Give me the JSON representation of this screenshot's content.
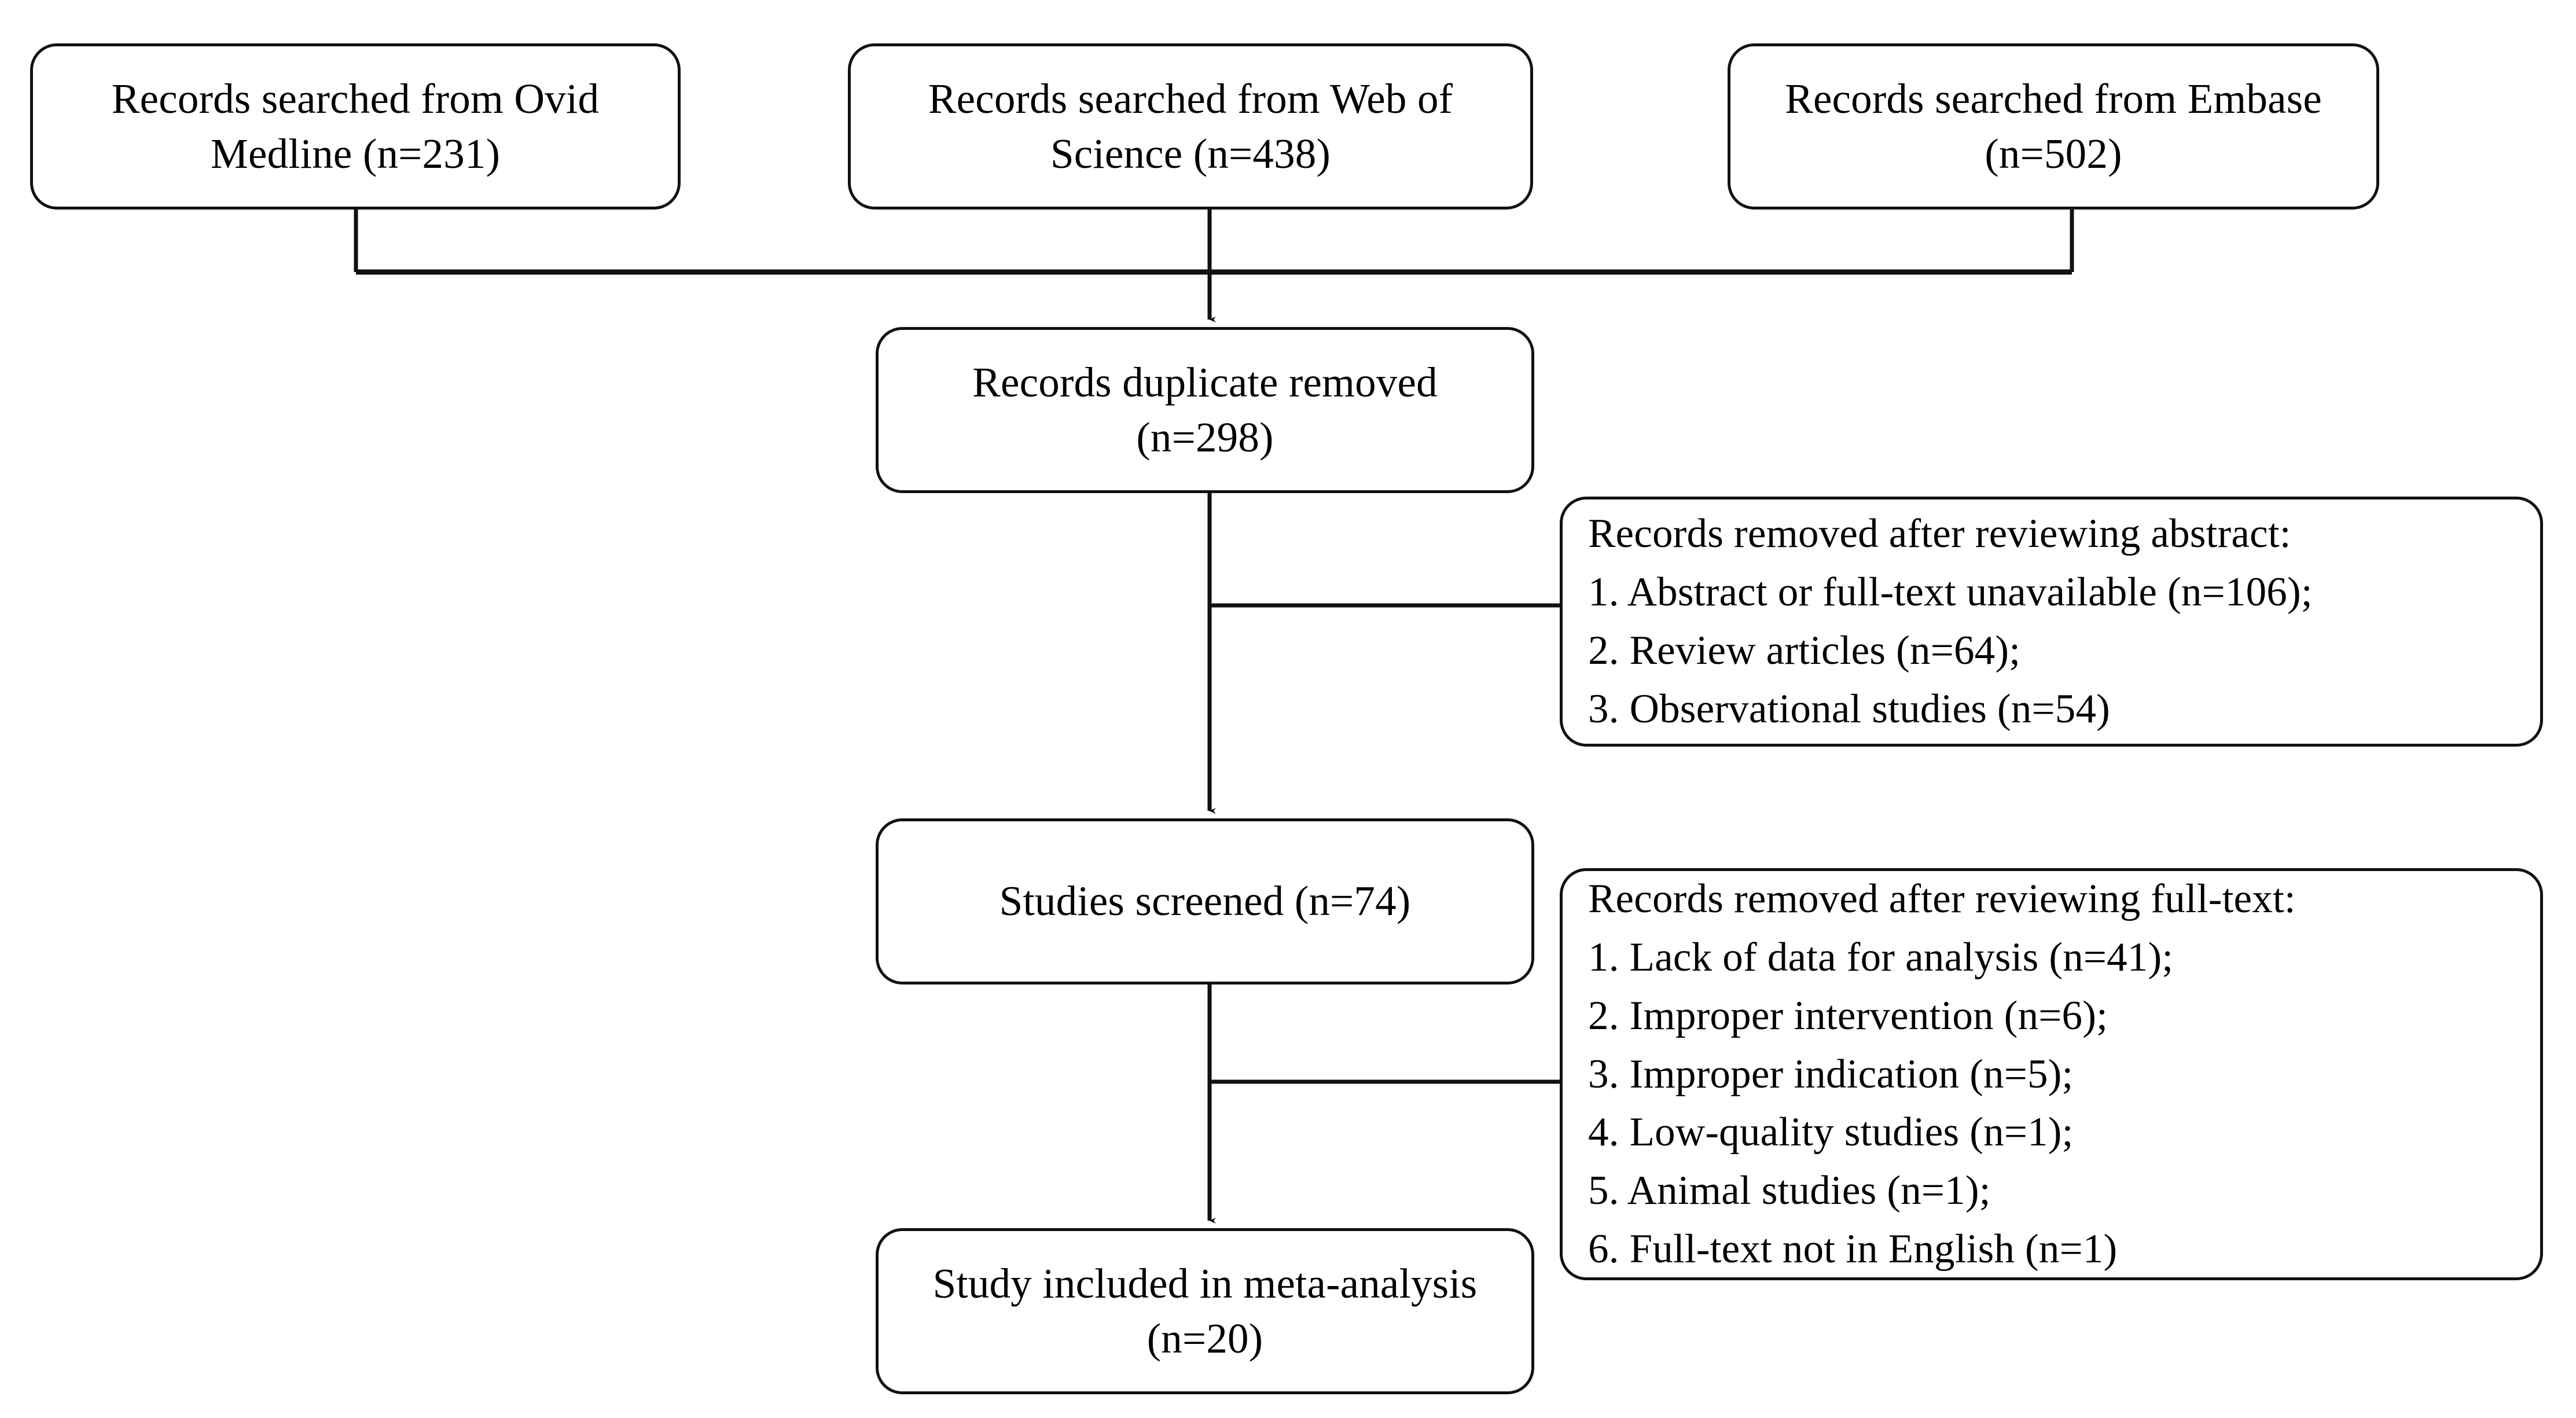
{
  "diagram": {
    "type": "prisma-flow-diagram",
    "title": "PRISMA study selection flow diagram",
    "line_color": "#111111",
    "box_fill": "#ffffff",
    "text_color": "#000000"
  },
  "sources": [
    {
      "id": "ovid",
      "lines": [
        "Records searched from Ovid",
        "Medline (n=231)"
      ],
      "label": "Records searched from Ovid Medline",
      "database": "Ovid Medline",
      "n": 231
    },
    {
      "id": "web-of-science",
      "lines": [
        "Records searched from Web of",
        "Science (n=438)"
      ],
      "label": "Records searched from Web of Science",
      "database": "Web of Science",
      "n": 438
    },
    {
      "id": "embase",
      "lines": [
        "Records searched from Embase",
        "(n=502)"
      ],
      "label": "Records searched from Embase",
      "database": "Embase",
      "n": 502
    }
  ],
  "stages": {
    "duplicates_removed": {
      "lines": [
        "Records duplicate removed",
        "(n=298)"
      ],
      "label": "Records duplicate removed",
      "n": 298
    },
    "screened": {
      "lines": [
        "Studies screened (n=74)"
      ],
      "label": "Studies screened",
      "n": 74
    },
    "included": {
      "lines": [
        "Study included in meta-analysis",
        "(n=20)"
      ],
      "label": "Study included in meta-analysis",
      "n": 20
    }
  },
  "exclusions": {
    "after_abstract": {
      "heading": "Records removed after reviewing abstract:",
      "items": [
        "1. Abstract or full-text unavailable (n=106);",
        "2. Review articles  (n=64);",
        "3. Observational studies (n=54)"
      ],
      "reasons": [
        {
          "index": 1,
          "reason": "Abstract or full-text unavailable",
          "n": 106
        },
        {
          "index": 2,
          "reason": "Review articles",
          "n": 64
        },
        {
          "index": 3,
          "reason": "Observational studies",
          "n": 54
        }
      ]
    },
    "after_full_text": {
      "heading": "Records removed after reviewing full-text:",
      "items": [
        "1. Lack of data for analysis (n=41);",
        "2. Improper intervention (n=6);",
        "3. Improper indication (n=5);",
        "4. Low-quality studies (n=1);",
        "5. Animal studies (n=1);",
        "6. Full-text not in English (n=1)"
      ],
      "reasons": [
        {
          "index": 1,
          "reason": "Lack of data for analysis",
          "n": 41
        },
        {
          "index": 2,
          "reason": "Improper intervention",
          "n": 6
        },
        {
          "index": 3,
          "reason": "Improper indication",
          "n": 5
        },
        {
          "index": 4,
          "reason": "Low-quality studies",
          "n": 1
        },
        {
          "index": 5,
          "reason": "Animal studies",
          "n": 1
        },
        {
          "index": 6,
          "reason": "Full-text not in English",
          "n": 1
        }
      ]
    }
  }
}
